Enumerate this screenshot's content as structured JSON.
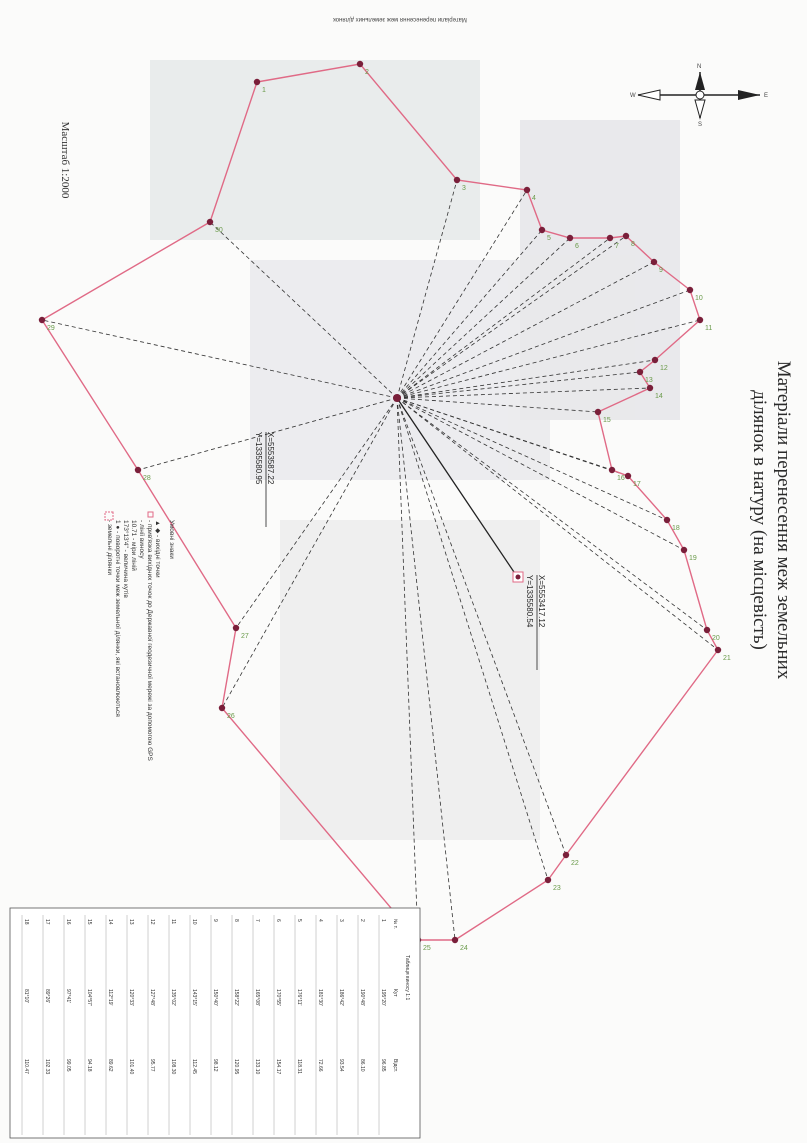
{
  "header": {
    "caption": "Матеріали перенесення меж земельних ділянок"
  },
  "title": {
    "line1": "Матеріали перенесення меж земельних",
    "line2": "ділянок в натуру (на місцевість)"
  },
  "scale": "Масштаб 1:2000",
  "coords": {
    "point1": {
      "x": "X=5553587.22",
      "y": "Y=1335580.95"
    },
    "point2": {
      "x": "X=5553417.12",
      "y": "Y=1335580.54"
    }
  },
  "legend": {
    "title": "Умовні знаки",
    "items": [
      "▲ ◆ - вихідні точки",
      "- прив'язка вихідних точок до Державної геодезичної мережі за допомогою GPS",
      "- лінії виносу",
      "10.71 - міри ліній",
      "173°13'4\" - величина кутів",
      "1 ● - поворотні точки меж земельної ділянки, які встановлюються",
      "- земельні ділянки"
    ]
  },
  "table": {
    "title": "Таблиця виносу 1:1",
    "headers": [
      "№ т.",
      "Кут",
      "Відст."
    ],
    "rows": [
      [
        "1",
        "195°20'",
        "96.85"
      ],
      [
        "2",
        "190°48'",
        "86.10"
      ],
      [
        "3",
        "186°42'",
        "93.54"
      ],
      [
        "4",
        "181°30'",
        "72.66"
      ],
      [
        "5",
        "176°11'",
        "118.31"
      ],
      [
        "6",
        "170°55'",
        "154.17"
      ],
      [
        "7",
        "165°08'",
        "133.10"
      ],
      [
        "8",
        "158°22'",
        "120.95"
      ],
      [
        "9",
        "150°40'",
        "98.12"
      ],
      [
        "10",
        "143°15'",
        "112.45"
      ],
      [
        "11",
        "135°02'",
        "108.30"
      ],
      [
        "12",
        "127°48'",
        "95.77"
      ],
      [
        "13",
        "120°33'",
        "101.40"
      ],
      [
        "14",
        "112°19'",
        "89.62"
      ],
      [
        "15",
        "104°57'",
        "94.18"
      ],
      [
        "16",
        "97°41'",
        "99.05"
      ],
      [
        "17",
        "89°26'",
        "102.33"
      ],
      [
        "18",
        "81°10'",
        "110.47"
      ]
    ]
  },
  "vertices": [
    {
      "id": "1"
    },
    {
      "id": "2"
    },
    {
      "id": "3"
    },
    {
      "id": "4"
    },
    {
      "id": "5"
    },
    {
      "id": "6"
    },
    {
      "id": "7"
    },
    {
      "id": "8"
    },
    {
      "id": "9"
    },
    {
      "id": "10"
    },
    {
      "id": "11"
    },
    {
      "id": "12"
    },
    {
      "id": "13"
    },
    {
      "id": "14"
    },
    {
      "id": "15"
    },
    {
      "id": "16"
    },
    {
      "id": "17"
    },
    {
      "id": "18"
    },
    {
      "id": "19"
    },
    {
      "id": "20"
    },
    {
      "id": "21"
    },
    {
      "id": "22"
    },
    {
      "id": "23"
    },
    {
      "id": "24"
    },
    {
      "id": "25"
    },
    {
      "id": "26"
    },
    {
      "id": "27"
    },
    {
      "id": "28"
    },
    {
      "id": "29"
    },
    {
      "id": "30"
    }
  ]
}
